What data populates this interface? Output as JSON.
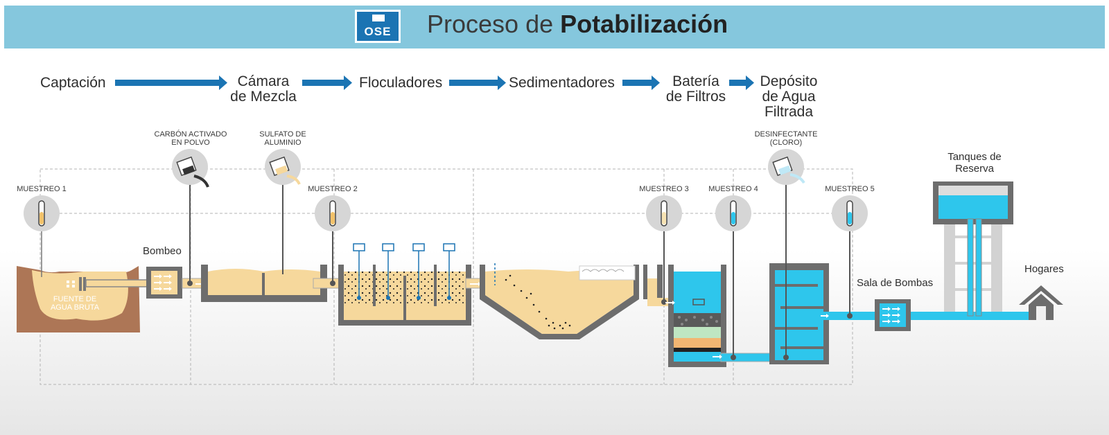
{
  "header": {
    "logo_text": "OSE",
    "title_prefix": "Proceso de",
    "title_bold": "Potabilización"
  },
  "stages": [
    "Captación",
    "Cámara de Mezcla",
    "Floculadores",
    "Sedimentadores",
    "Batería de Filtros",
    "Depósito de Agua Filtrada"
  ],
  "chemicals": {
    "carbon": "CARBÓN ACTIVADO EN POLVO",
    "sulfato": "SULFATO DE ALUMINIO",
    "desinfectante": "DESINFECTANTE (CLORO)"
  },
  "samples": [
    "MUESTREO 1",
    "MUESTREO 2",
    "MUESTREO 3",
    "MUESTREO 4",
    "MUESTREO 5"
  ],
  "labels": {
    "fuente": "FUENTE DE AGUA BRUTA",
    "bombeo": "Bombeo",
    "sala_bombas": "Sala de Bombas",
    "tanques": "Tanques de Reserva",
    "hogares": "Hogares"
  },
  "colors": {
    "header_bg": "#85c7dd",
    "logo": "#1b74b3",
    "arrow": "#1b74b3",
    "raw_water": "#f6d89c",
    "clean_water": "#2ec6ec",
    "earth": "#ad7656",
    "concrete": "#6d6d6d"
  }
}
